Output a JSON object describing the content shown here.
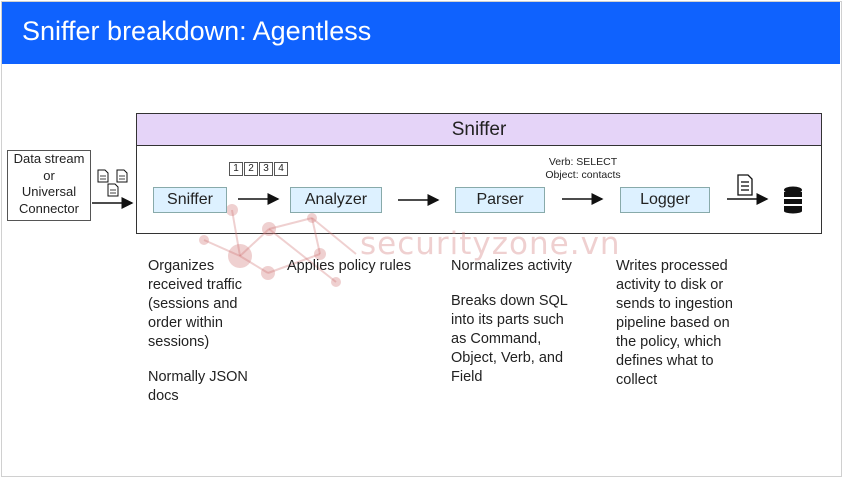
{
  "header": {
    "title": "Sniffer breakdown: Agentless"
  },
  "source": {
    "lines": [
      "Data stream",
      "or",
      "Universal",
      "Connector"
    ]
  },
  "panel": {
    "title": "Sniffer"
  },
  "stages": [
    {
      "label": "Sniffer"
    },
    {
      "label": "Analyzer"
    },
    {
      "label": "Parser"
    },
    {
      "label": "Logger"
    }
  ],
  "order_numbers": [
    "1",
    "2",
    "3",
    "4"
  ],
  "parser_meta": {
    "verb": "Verb: SELECT",
    "object": "Object: contacts"
  },
  "descriptions": {
    "sniffer": [
      "Organizes\nreceived traffic\n(sessions and\norder within\nsessions)",
      "Normally JSON\ndocs"
    ],
    "analyzer": [
      "Applies policy rules"
    ],
    "parser": [
      "Normalizes activity",
      "Breaks down SQL\ninto its parts  such\nas Command,\nObject, Verb, and\nField"
    ],
    "logger": [
      "Writes processed\nactivity to disk or\nsends to ingestion\npipeline based on\nthe policy, which\ndefines what to\ncollect"
    ]
  },
  "watermark": {
    "text": "securityzone.vn"
  },
  "icons": [
    "document-icon",
    "database-icon",
    "arrow-icon"
  ],
  "colors": {
    "header": "#0f62fe",
    "panel_header": "#e5d4f8",
    "stage_fill": "#ddf1ff",
    "watermark": "#d27878"
  }
}
